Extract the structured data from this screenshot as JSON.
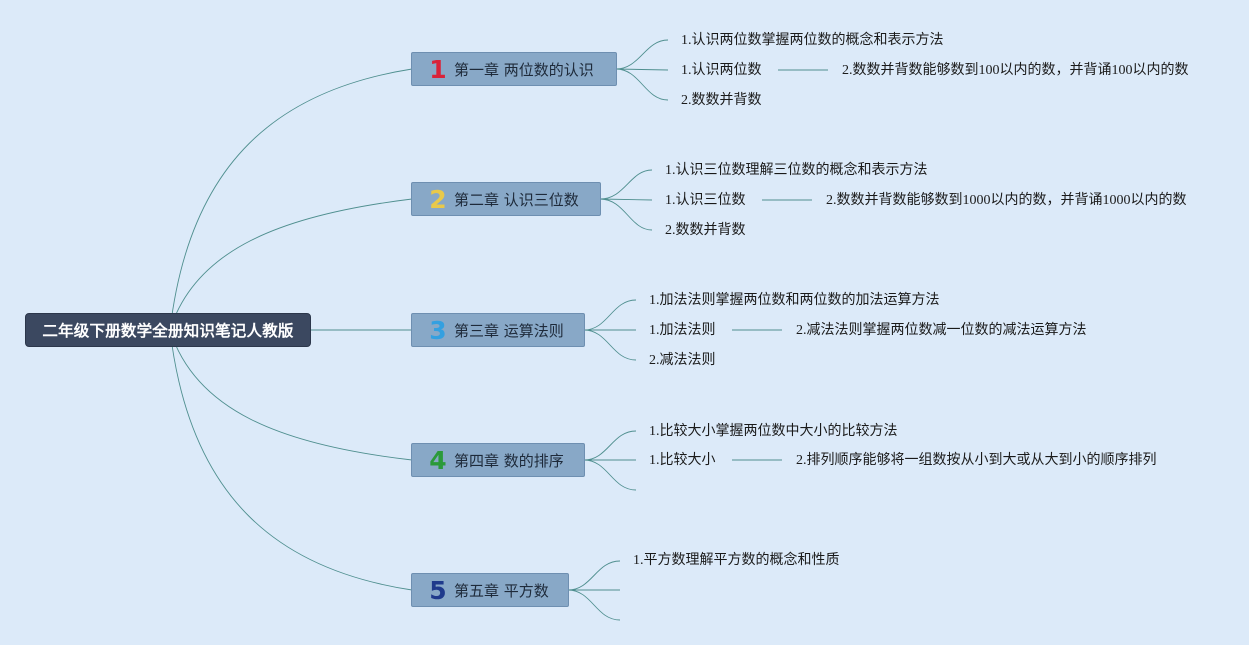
{
  "root": {
    "label": "二年级下册数学全册知识笔记人教版"
  },
  "chapters": [
    {
      "num": "1",
      "num_color": "#d9233a",
      "label": "第一章 两位数的认识",
      "items": [
        "1.认识两位数掌握两位数的概念和表示方法",
        "1.认识两位数",
        "2.数数并背数"
      ],
      "sub": "2.数数并背数能够数到100以内的数，并背诵100以内的数"
    },
    {
      "num": "2",
      "num_color": "#e9c94a",
      "label": "第二章 认识三位数",
      "items": [
        "1.认识三位数理解三位数的概念和表示方法",
        "1.认识三位数",
        "2.数数并背数"
      ],
      "sub": "2.数数并背数能够数到1000以内的数，并背诵1000以内的数"
    },
    {
      "num": "3",
      "num_color": "#34a0e0",
      "label": "第三章 运算法则",
      "items": [
        "1.加法法则掌握两位数和两位数的加法运算方法",
        "1.加法法则",
        "2.减法法则"
      ],
      "sub": "2.减法法则掌握两位数减一位数的减法运算方法"
    },
    {
      "num": "4",
      "num_color": "#2b9a3a",
      "label": "第四章 数的排序",
      "items": [
        "1.比较大小掌握两位数中大小的比较方法",
        "1.比较大小",
        ""
      ],
      "sub": "2.排列顺序能够将一组数按从小到大或从大到小的顺序排列"
    },
    {
      "num": "5",
      "num_color": "#1f3a8c",
      "label": "第五章 平方数",
      "items": [
        "1.平方数理解平方数的概念和性质",
        "",
        ""
      ],
      "sub": ""
    }
  ],
  "colors": {
    "background": "#dceaf9",
    "line": "#4f8f8f",
    "chapter_fill": "#88a8c7",
    "root_fill": "#3b4860"
  }
}
